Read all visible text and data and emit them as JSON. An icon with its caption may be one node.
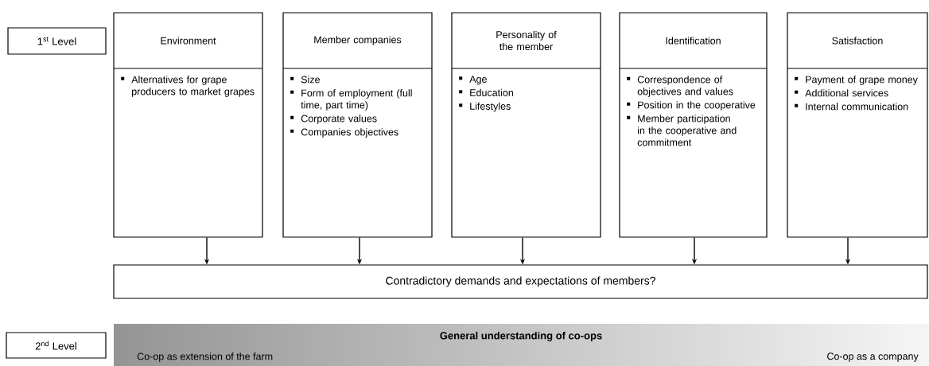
{
  "diagram": {
    "nodes": [
      {
        "text": [
          "1$^{st}$ Level"
        ]
      },
      {
        "text": [
          "Environment",
          "Alternatives for grape producers to market grapes"
        ]
      },
      {
        "text": [
          "Member companies",
          "Size",
          "Form of employment (full time, part time)",
          "Corporate values",
          "Companies objectives"
        ]
      },
      {
        "text": [
          "Personality of the member",
          "Age",
          "Education",
          "Lifestyles"
        ]
      },
      {
        "text": [
          "Identification",
          "Correspondence of objectives and values",
          "Position in the cooperative",
          "Member participation in the cooperative and commitment"
        ]
      },
      {
        "text": [
          "Satisfaction",
          "Payment of grape money",
          "Additional services",
          "Internal communication"
        ]
      },
      {
        "text": [
          "Contradictory demands and expectations of members?"
        ]
      },
      {
        "text": [
          "2$^{nd}$ Level"
        ]
      },
      {
        "text": [
          "General understanding of co-ops",
          "Co-op as extension of the farm",
          "Co-op as a company"
        ]
      }
    ],
    "edges": [
      {
        "from": 1,
        "to": 6,
        "arrow": "to"
      },
      {
        "from": 2,
        "to": 6,
        "arrow": "to"
      },
      {
        "from": 3,
        "to": 6,
        "arrow": "to"
      },
      {
        "from": 4,
        "to": 6,
        "arrow": "to"
      },
      {
        "from": 5,
        "to": 6,
        "arrow": "to"
      }
    ]
  }
}
